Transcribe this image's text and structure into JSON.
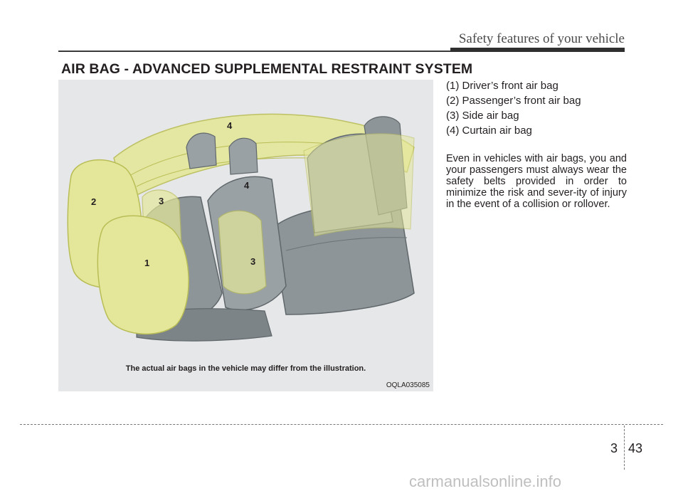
{
  "header": {
    "running_title": "Safety features of your vehicle"
  },
  "section": {
    "title": "AIR BAG - ADVANCED SUPPLEMENTAL RESTRAINT SYSTEM"
  },
  "figure": {
    "callouts": [
      "4",
      "2",
      "3",
      "4",
      "1",
      "3"
    ],
    "caption": "The actual air bags in the vehicle may differ from the illustration.",
    "code": "OQLA035085",
    "colors": {
      "airbag": "#e4e79a",
      "seat": "#8e9599",
      "background": "#e6e7e8"
    }
  },
  "legend": [
    "(1) Driver’s front air bag",
    "(2) Passenger’s front air bag",
    "(3) Side air bag",
    "(4) Curtain air bag"
  ],
  "body_text": "Even in vehicles with air bags, you and your passengers must always wear the safety belts provided in order to minimize the risk and sever-ity of injury in the event of a collision or rollover.",
  "footer": {
    "chapter": "3",
    "page": "43",
    "watermark": "carmanualsonline.info"
  }
}
